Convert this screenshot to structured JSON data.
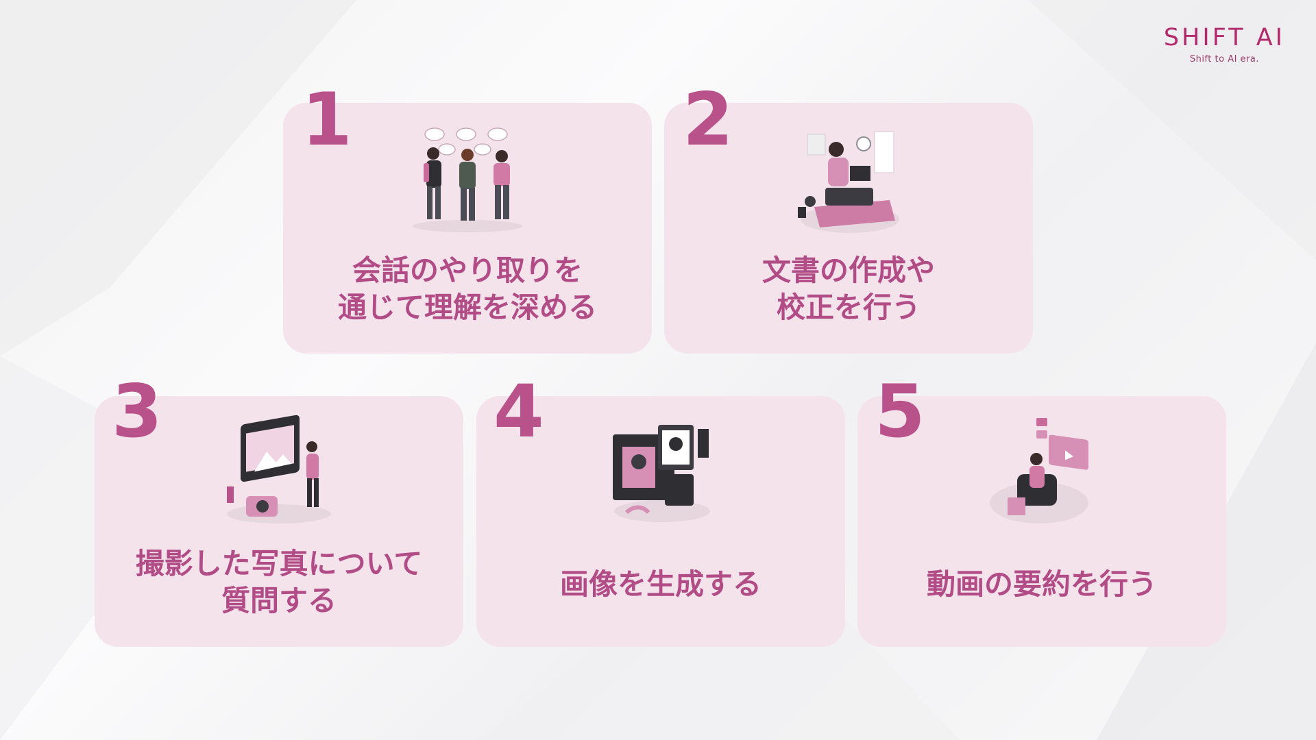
{
  "logo": {
    "main": "SHIFT AI",
    "tagline": "Shift to AI era."
  },
  "colors": {
    "card_bg": "#f4e3eb",
    "accent": "#b9518a",
    "text": "#b24c86",
    "logo": "#b22a6b"
  },
  "cards": [
    {
      "number": "1",
      "label": "会話のやり取りを\n通じて理解を深める",
      "illustration": "people-chatting-icon"
    },
    {
      "number": "2",
      "label": "文書の作成や\n校正を行う",
      "illustration": "person-writing-on-typewriter-icon"
    },
    {
      "number": "3",
      "label": "撮影した写真について\n質問する",
      "illustration": "photo-monitor-camera-icon"
    },
    {
      "number": "4",
      "label": "画像を生成する",
      "illustration": "image-gallery-icon"
    },
    {
      "number": "5",
      "label": "動画の要約を行う",
      "illustration": "person-watching-video-icon"
    }
  ]
}
